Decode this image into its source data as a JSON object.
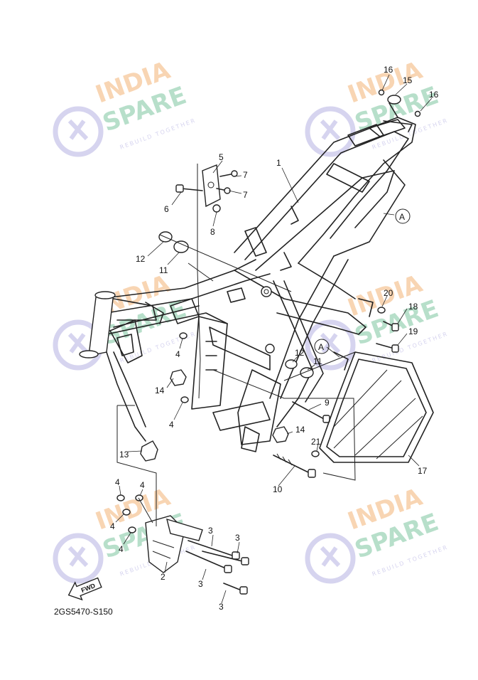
{
  "diagram_code": "2GS5470-S150",
  "fwd_label": "FWD",
  "ref_marker": "A",
  "watermark": {
    "line1": "INDIA",
    "line2": "SPARE",
    "tagline": "REBUILD TOGETHER",
    "color_orange": "#f6c79a",
    "color_green": "#9fd4b8",
    "color_blue": "#c9c6ea"
  },
  "callouts": [
    "1",
    "2",
    "3",
    "4",
    "5",
    "6",
    "7",
    "8",
    "9",
    "10",
    "11",
    "12",
    "13",
    "14",
    "15",
    "16",
    "17",
    "18",
    "19",
    "20",
    "21"
  ]
}
